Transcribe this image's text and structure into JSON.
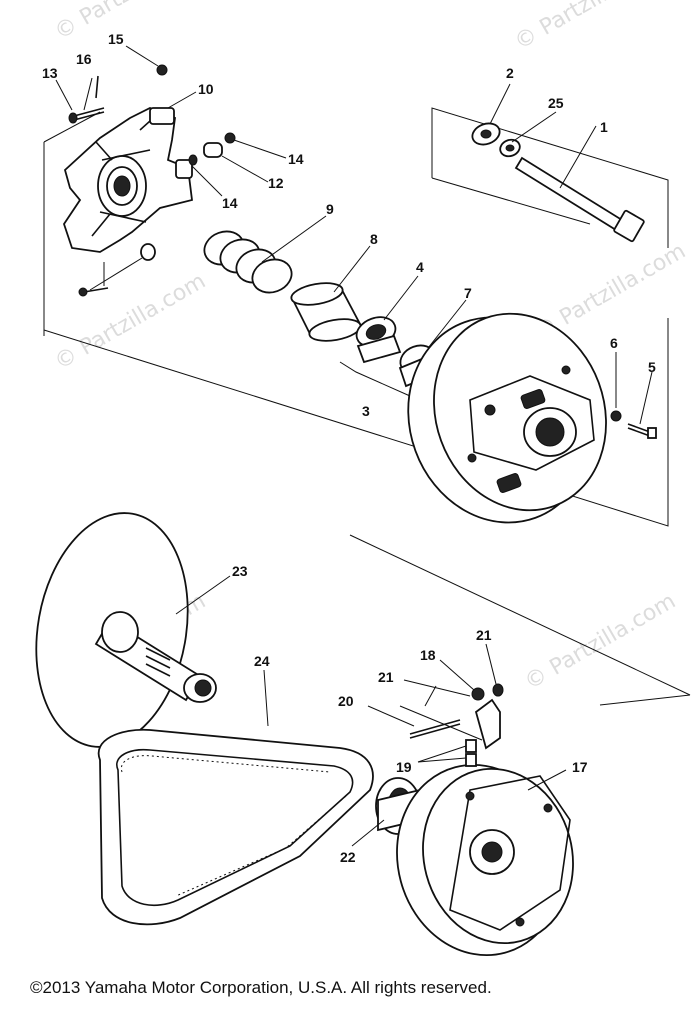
{
  "watermark": "© Partzilla.com",
  "callouts": [
    "1",
    "2",
    "3",
    "4",
    "5",
    "6",
    "7",
    "8",
    "9",
    "10",
    "12",
    "13",
    "14",
    "14",
    "15",
    "16",
    "17",
    "18",
    "19",
    "20",
    "21",
    "21",
    "22",
    "23",
    "24",
    "25"
  ],
  "copyright": "©2013  Yamaha Motor Corporation, U.S.A. All rights reserved."
}
